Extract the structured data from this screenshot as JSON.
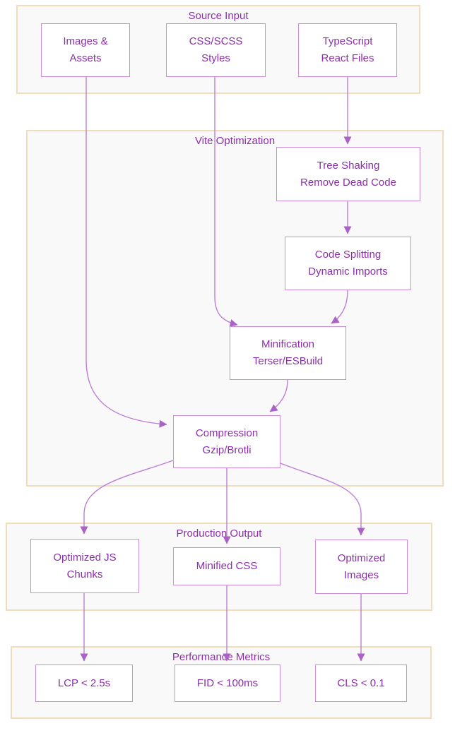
{
  "diagram": {
    "groups": {
      "source_input": {
        "title": "Source Input"
      },
      "vite_optimization": {
        "title": "Vite Optimization"
      },
      "production_output": {
        "title": "Production Output"
      },
      "performance_metrics": {
        "title": "Performance Metrics"
      }
    },
    "nodes": {
      "images_assets": {
        "line1": "Images &",
        "line2": "Assets"
      },
      "css_styles": {
        "line1": "CSS/SCSS",
        "line2": "Styles"
      },
      "typescript_files": {
        "line1": "TypeScript",
        "line2": "React Files"
      },
      "tree_shaking": {
        "line1": "Tree Shaking",
        "line2": "Remove Dead Code"
      },
      "code_splitting": {
        "line1": "Code Splitting",
        "line2": "Dynamic Imports"
      },
      "minification": {
        "line1": "Minification",
        "line2": "Terser/ESBuild"
      },
      "compression": {
        "line1": "Compression",
        "line2": "Gzip/Brotli"
      },
      "optimized_js": {
        "line1": "Optimized JS",
        "line2": "Chunks"
      },
      "minified_css": {
        "line1": "Minified CSS",
        "line2": ""
      },
      "optimized_images": {
        "line1": "Optimized",
        "line2": "Images"
      },
      "lcp": {
        "line1": "LCP < 2.5s",
        "line2": ""
      },
      "fid": {
        "line1": "FID < 100ms",
        "line2": ""
      },
      "cls": {
        "line1": "CLS < 0.1",
        "line2": ""
      }
    },
    "colors": {
      "node_border": "#cd8cd9",
      "node_text": "#8c2faa",
      "edge_line": "#bd7fd3",
      "edge_arrow": "#ab62c6",
      "group_border": "#f0ddbb",
      "group_fill": "#f9f9f9"
    }
  }
}
